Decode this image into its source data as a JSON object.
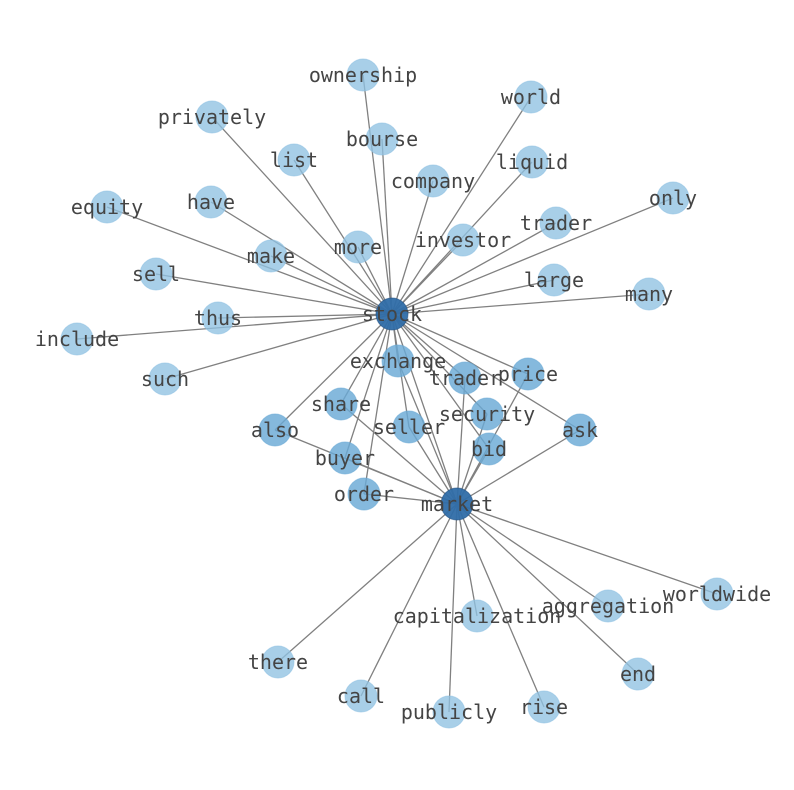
{
  "graph": {
    "colors": {
      "hub_fill": "#2f6da8",
      "hub_stroke": "#1f4f80",
      "mid_fill": "#6aaad6",
      "leaf_fill": "#8fc2e2",
      "edge": "#808080",
      "label": "#444444",
      "background": "#ffffff"
    },
    "nodes": [
      {
        "id": "stock",
        "label": "stock",
        "kind": "hub"
      },
      {
        "id": "market",
        "label": "market",
        "kind": "hub"
      },
      {
        "id": "ownership",
        "label": "ownership",
        "kind": "leaf"
      },
      {
        "id": "world",
        "label": "world",
        "kind": "leaf"
      },
      {
        "id": "privately",
        "label": "privately",
        "kind": "leaf"
      },
      {
        "id": "bourse",
        "label": "bourse",
        "kind": "leaf"
      },
      {
        "id": "list",
        "label": "list",
        "kind": "leaf"
      },
      {
        "id": "liquid",
        "label": "liquid",
        "kind": "leaf"
      },
      {
        "id": "company",
        "label": "company",
        "kind": "leaf"
      },
      {
        "id": "equity",
        "label": "equity",
        "kind": "leaf"
      },
      {
        "id": "have",
        "label": "have",
        "kind": "leaf"
      },
      {
        "id": "only",
        "label": "only",
        "kind": "leaf"
      },
      {
        "id": "trader_top",
        "label": "trader",
        "kind": "leaf"
      },
      {
        "id": "investor",
        "label": "investor",
        "kind": "leaf"
      },
      {
        "id": "more",
        "label": "more",
        "kind": "leaf"
      },
      {
        "id": "make",
        "label": "make",
        "kind": "leaf"
      },
      {
        "id": "sell",
        "label": "sell",
        "kind": "leaf"
      },
      {
        "id": "large",
        "label": "large",
        "kind": "leaf"
      },
      {
        "id": "many",
        "label": "many",
        "kind": "leaf"
      },
      {
        "id": "thus",
        "label": "thus",
        "kind": "leaf"
      },
      {
        "id": "include",
        "label": "include",
        "kind": "leaf"
      },
      {
        "id": "exchange",
        "label": "exchange",
        "kind": "mid"
      },
      {
        "id": "trader_mid",
        "label": "trader",
        "kind": "mid"
      },
      {
        "id": "price",
        "label": "price",
        "kind": "mid"
      },
      {
        "id": "such",
        "label": "such",
        "kind": "leaf"
      },
      {
        "id": "share",
        "label": "share",
        "kind": "mid"
      },
      {
        "id": "security",
        "label": "security",
        "kind": "mid"
      },
      {
        "id": "also",
        "label": "also",
        "kind": "mid"
      },
      {
        "id": "seller",
        "label": "seller",
        "kind": "mid"
      },
      {
        "id": "ask",
        "label": "ask",
        "kind": "mid"
      },
      {
        "id": "bid",
        "label": "bid",
        "kind": "mid"
      },
      {
        "id": "buyer",
        "label": "buyer",
        "kind": "mid"
      },
      {
        "id": "order",
        "label": "order",
        "kind": "mid"
      },
      {
        "id": "worldwide",
        "label": "worldwide",
        "kind": "leaf"
      },
      {
        "id": "aggregation",
        "label": "aggregation",
        "kind": "leaf"
      },
      {
        "id": "capitalization",
        "label": "capitalization",
        "kind": "leaf"
      },
      {
        "id": "there",
        "label": "there",
        "kind": "leaf"
      },
      {
        "id": "end",
        "label": "end",
        "kind": "leaf"
      },
      {
        "id": "call",
        "label": "call",
        "kind": "leaf"
      },
      {
        "id": "rise",
        "label": "rise",
        "kind": "leaf"
      },
      {
        "id": "publicly",
        "label": "publicly",
        "kind": "leaf"
      }
    ],
    "edges": [
      [
        "stock",
        "ownership"
      ],
      [
        "stock",
        "world"
      ],
      [
        "stock",
        "privately"
      ],
      [
        "stock",
        "bourse"
      ],
      [
        "stock",
        "list"
      ],
      [
        "stock",
        "liquid"
      ],
      [
        "stock",
        "company"
      ],
      [
        "stock",
        "equity"
      ],
      [
        "stock",
        "have"
      ],
      [
        "stock",
        "only"
      ],
      [
        "stock",
        "trader_top"
      ],
      [
        "stock",
        "investor"
      ],
      [
        "stock",
        "more"
      ],
      [
        "stock",
        "make"
      ],
      [
        "stock",
        "sell"
      ],
      [
        "stock",
        "large"
      ],
      [
        "stock",
        "many"
      ],
      [
        "stock",
        "thus"
      ],
      [
        "stock",
        "include"
      ],
      [
        "stock",
        "such"
      ],
      [
        "stock",
        "exchange"
      ],
      [
        "stock",
        "trader_mid"
      ],
      [
        "stock",
        "price"
      ],
      [
        "stock",
        "share"
      ],
      [
        "stock",
        "security"
      ],
      [
        "stock",
        "also"
      ],
      [
        "stock",
        "seller"
      ],
      [
        "stock",
        "ask"
      ],
      [
        "stock",
        "bid"
      ],
      [
        "stock",
        "buyer"
      ],
      [
        "stock",
        "order"
      ],
      [
        "stock",
        "market"
      ],
      [
        "market",
        "exchange"
      ],
      [
        "market",
        "trader_mid"
      ],
      [
        "market",
        "price"
      ],
      [
        "market",
        "share"
      ],
      [
        "market",
        "security"
      ],
      [
        "market",
        "also"
      ],
      [
        "market",
        "seller"
      ],
      [
        "market",
        "ask"
      ],
      [
        "market",
        "bid"
      ],
      [
        "market",
        "buyer"
      ],
      [
        "market",
        "order"
      ],
      [
        "market",
        "worldwide"
      ],
      [
        "market",
        "aggregation"
      ],
      [
        "market",
        "capitalization"
      ],
      [
        "market",
        "there"
      ],
      [
        "market",
        "end"
      ],
      [
        "market",
        "call"
      ],
      [
        "market",
        "rise"
      ],
      [
        "market",
        "publicly"
      ]
    ]
  }
}
